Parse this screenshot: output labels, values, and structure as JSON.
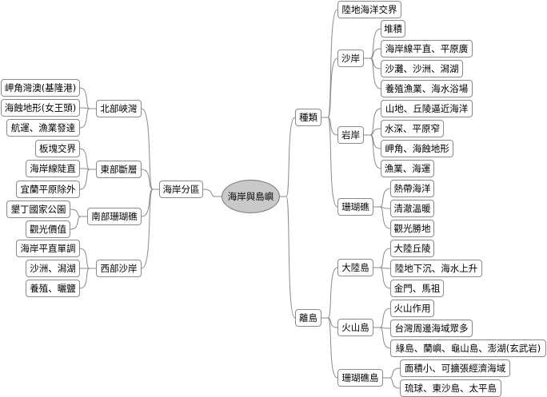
{
  "root": "海岸與島嶼",
  "left": {
    "label": "海岸分區",
    "north": {
      "label": "北部峽灣",
      "items": [
        "岬角灣澳(基隆港)",
        "海蝕地形(女王頭)",
        "航運、漁業發達"
      ]
    },
    "east": {
      "label": "東部斷層",
      "items": [
        "板塊交界",
        "海岸線陡直",
        "宜蘭平原除外"
      ]
    },
    "south": {
      "label": "南部珊瑚礁",
      "items": [
        "墾丁國家公園",
        "觀光價值"
      ]
    },
    "west": {
      "label": "西部沙岸",
      "items": [
        "海岸平直單調",
        "沙洲、潟湖",
        "養殖、曬鹽"
      ]
    }
  },
  "types": {
    "label": "種類",
    "boundary": "陸地海洋交界",
    "sandy": {
      "label": "沙岸",
      "items": [
        "堆積",
        "海岸線平直、平原廣",
        "沙灘、沙洲、潟湖",
        "養殖漁業、海水浴場"
      ]
    },
    "rocky": {
      "label": "岩岸",
      "items": [
        "山地、丘陵逼近海洋",
        "水深、平原窄",
        "岬角、海蝕地形",
        "漁業、海運"
      ]
    },
    "coral": {
      "label": "珊瑚礁",
      "items": [
        "熱帶海洋",
        "清澈溫暖",
        "觀光勝地"
      ]
    }
  },
  "islands": {
    "label": "離島",
    "continental": {
      "label": "大陸島",
      "items": [
        "大陸丘陵",
        "陸地下沉、海水上升",
        "金門、馬祖"
      ]
    },
    "volcanic": {
      "label": "火山島",
      "items": [
        "火山作用",
        "台灣周邊海域眾多",
        "綠島、蘭嶼、龜山島、澎湖(玄武岩)"
      ]
    },
    "coral": {
      "label": "珊瑚礁島",
      "items": [
        "面積小、可擴張經濟海域",
        "琉球、東沙島、太平島"
      ]
    }
  }
}
